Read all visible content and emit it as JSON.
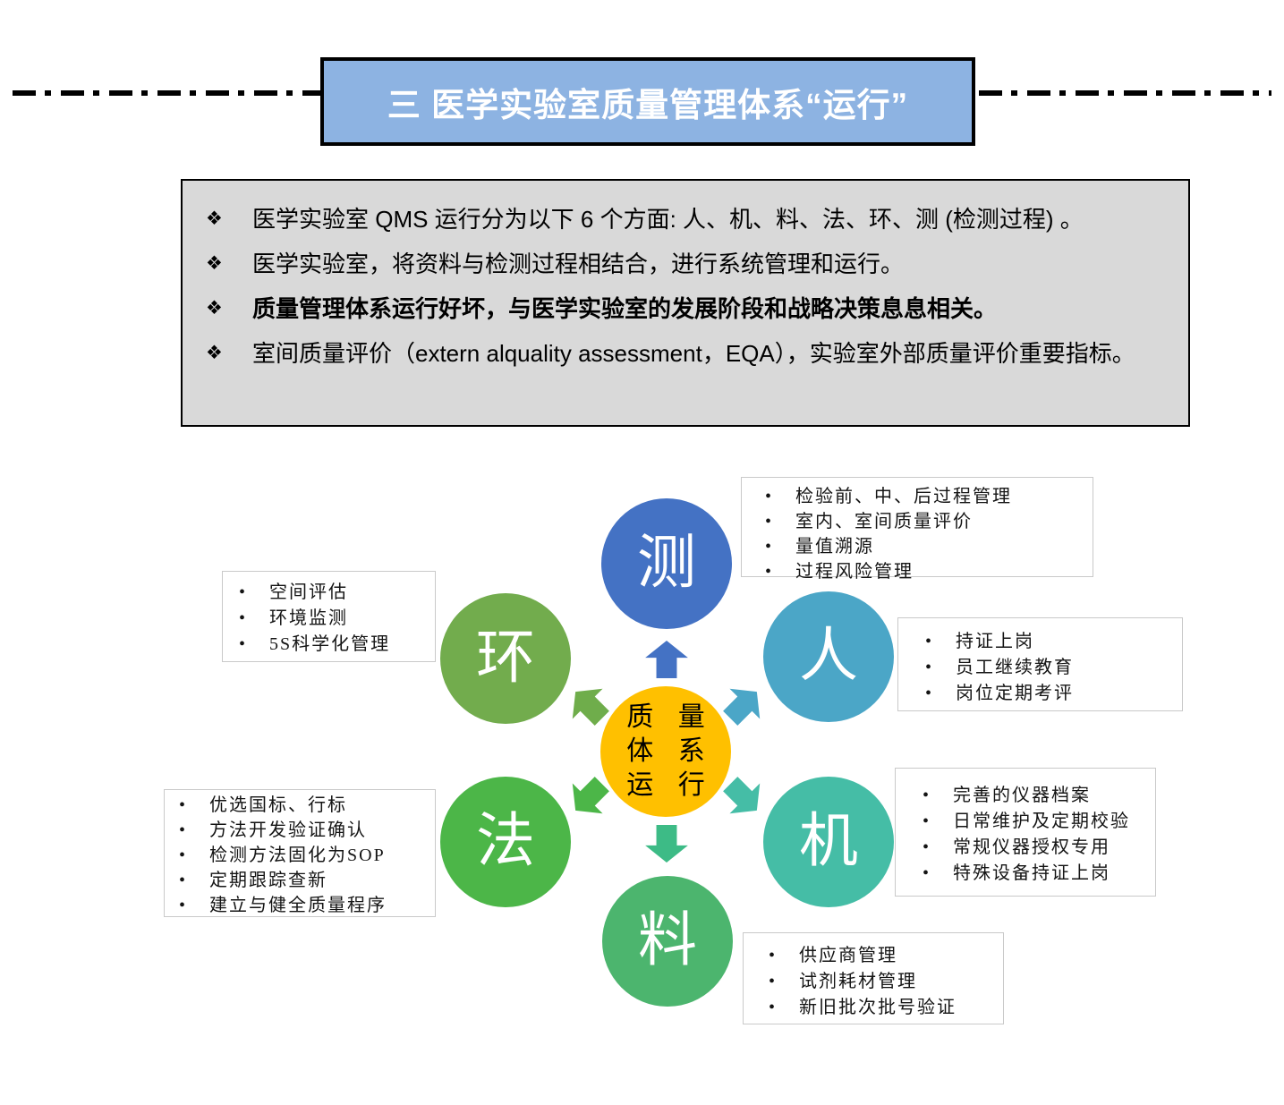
{
  "title": {
    "text": "三 医学实验室质量管理体系“运行”"
  },
  "summary": {
    "marker": "❖",
    "items": [
      {
        "text": "医学实验室 QMS 运行分为以下 6 个方面: 人、机、料、法、环、测 (检测过程) 。",
        "bold": false
      },
      {
        "text": "医学实验室，将资料与检测过程相结合，进行系统管理和运行。",
        "bold": false
      },
      {
        "text": "质量管理体系运行好坏，与医学实验室的发展阶段和战略决策息息相关。",
        "bold": true
      },
      {
        "text": "室间质量评价（extern alquality assessment，EQA），实验室外部质量评价重要指标。",
        "bold": false
      }
    ]
  },
  "diagram": {
    "list_marker": "•",
    "center": {
      "color": "#FFC000",
      "lines": [
        "质 量",
        "体 系",
        "运 行"
      ]
    },
    "nodes": {
      "ce": {
        "label": "测",
        "color": "#4472C4",
        "items": [
          "检验前、中、后过程管理",
          "室内、室间质量评价",
          "量值溯源",
          "过程风险管理"
        ]
      },
      "ren": {
        "label": "人",
        "color": "#4BA6C7",
        "items": [
          "持证上岗",
          "员工继续教育",
          "岗位定期考评"
        ]
      },
      "ji": {
        "label": "机",
        "color": "#45BDA6",
        "items": [
          "完善的仪器档案",
          "日常维护及定期校验",
          "常规仪器授权专用",
          "特殊设备持证上岗"
        ]
      },
      "liao": {
        "label": "料",
        "color": "#4CB56E",
        "items": [
          "供应商管理",
          "试剂耗材管理",
          "新旧批次批号验证"
        ]
      },
      "fa": {
        "label": "法",
        "color": "#4CB648",
        "items": [
          "优选国标、行标",
          "方法开发验证确认",
          "检测方法固化为SOP",
          "定期跟踪查新",
          "建立与健全质量程序"
        ]
      },
      "huan": {
        "label": "环",
        "color": "#72AC4D",
        "items": [
          "空间评估",
          "环境监测",
          "5S科学化管理"
        ]
      }
    },
    "arrows": {
      "up": {
        "color": "#4472C4"
      },
      "upper_right": {
        "color": "#4BA6C7"
      },
      "lower_right": {
        "color": "#45BDA6"
      },
      "down": {
        "color": "#3DBB86"
      },
      "lower_left": {
        "color": "#4CB648"
      },
      "upper_left": {
        "color": "#6FAD4B"
      }
    },
    "colors": {
      "title_background": "#8DB3E2",
      "title_text": "#FFFFFF",
      "summary_background": "#D9D9D9",
      "border": "#000000"
    }
  }
}
